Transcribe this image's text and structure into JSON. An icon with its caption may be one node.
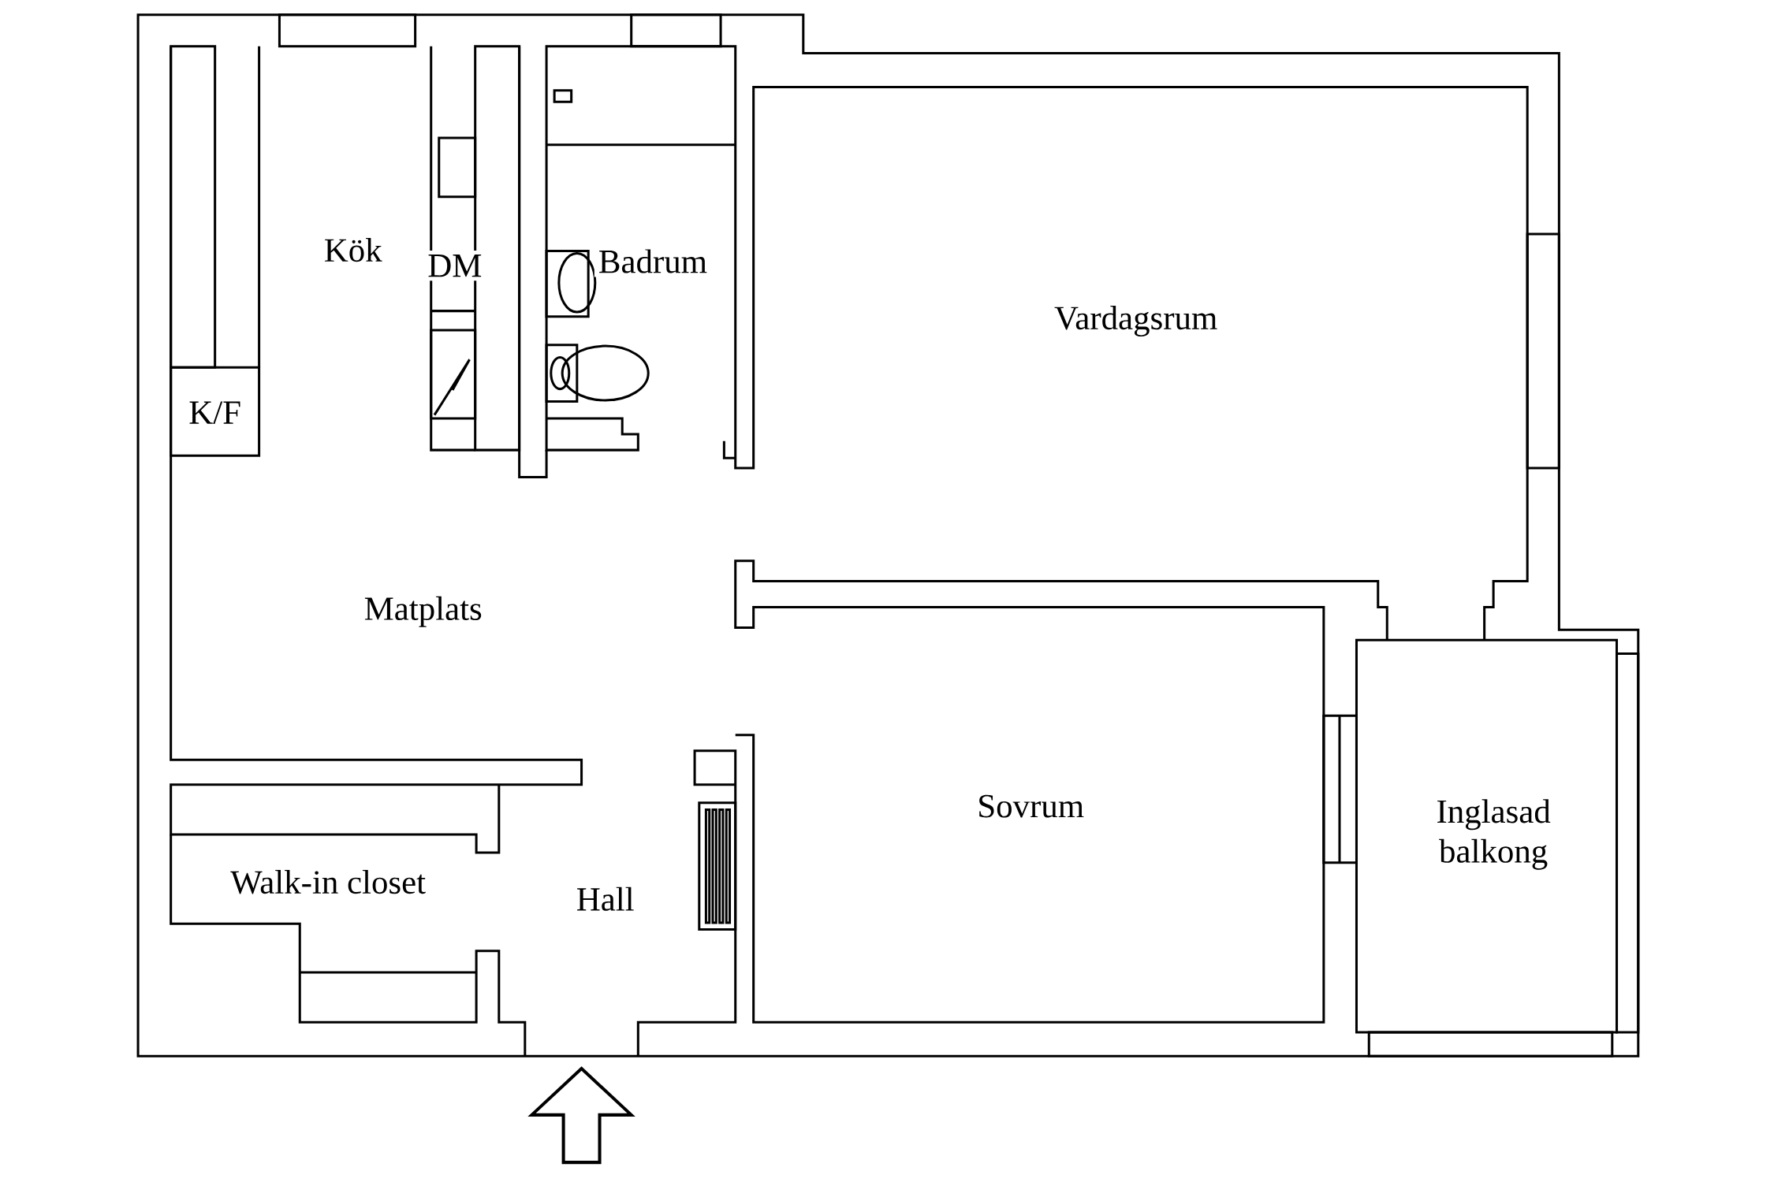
{
  "diagram": {
    "labels": [
      "Kök",
      "DM",
      "Badrum",
      "Vardagsrum",
      "K/F",
      "Matplats",
      "Sovrum",
      "Inglasad balkong",
      "Walk-in closet",
      "Hall"
    ]
  }
}
